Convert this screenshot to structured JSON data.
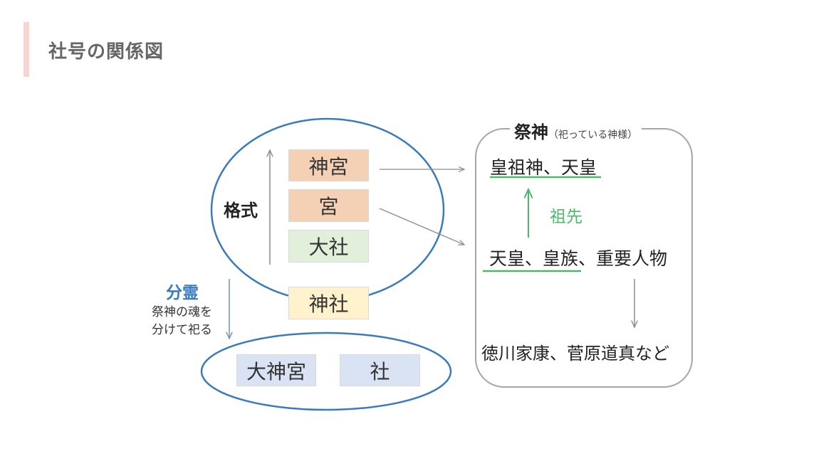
{
  "page_title": "社号の関係図",
  "ranks": {
    "label": "格式",
    "jingu": "神宮",
    "gu": "宮",
    "taisha": "大社",
    "jinja": "神社"
  },
  "bunrei": {
    "label": "分霊",
    "desc_line1": "祭神の魂を",
    "desc_line2": "分けて祀る"
  },
  "lower": {
    "daijingu": "大神宮",
    "sha": "社"
  },
  "saishin": {
    "title": "祭神",
    "subtitle": "（祀っている神様）",
    "row1": "皇祖神、天皇",
    "ancestor_label": "祖先",
    "row2": "天皇、皇族、重要人物",
    "row3": "徳川家康、菅原道真など"
  },
  "colors": {
    "title_accent": "#f8d5d3",
    "ellipse_stroke": "#3a7abf",
    "jingu_fill": "#f4d0b5",
    "taisha_fill": "#e2efda",
    "jinja_fill": "#fff2cc",
    "lower_fill": "#dae3f3",
    "ancestor_green": "#4cb86a",
    "arrow_gray": "#8c8c8c"
  }
}
